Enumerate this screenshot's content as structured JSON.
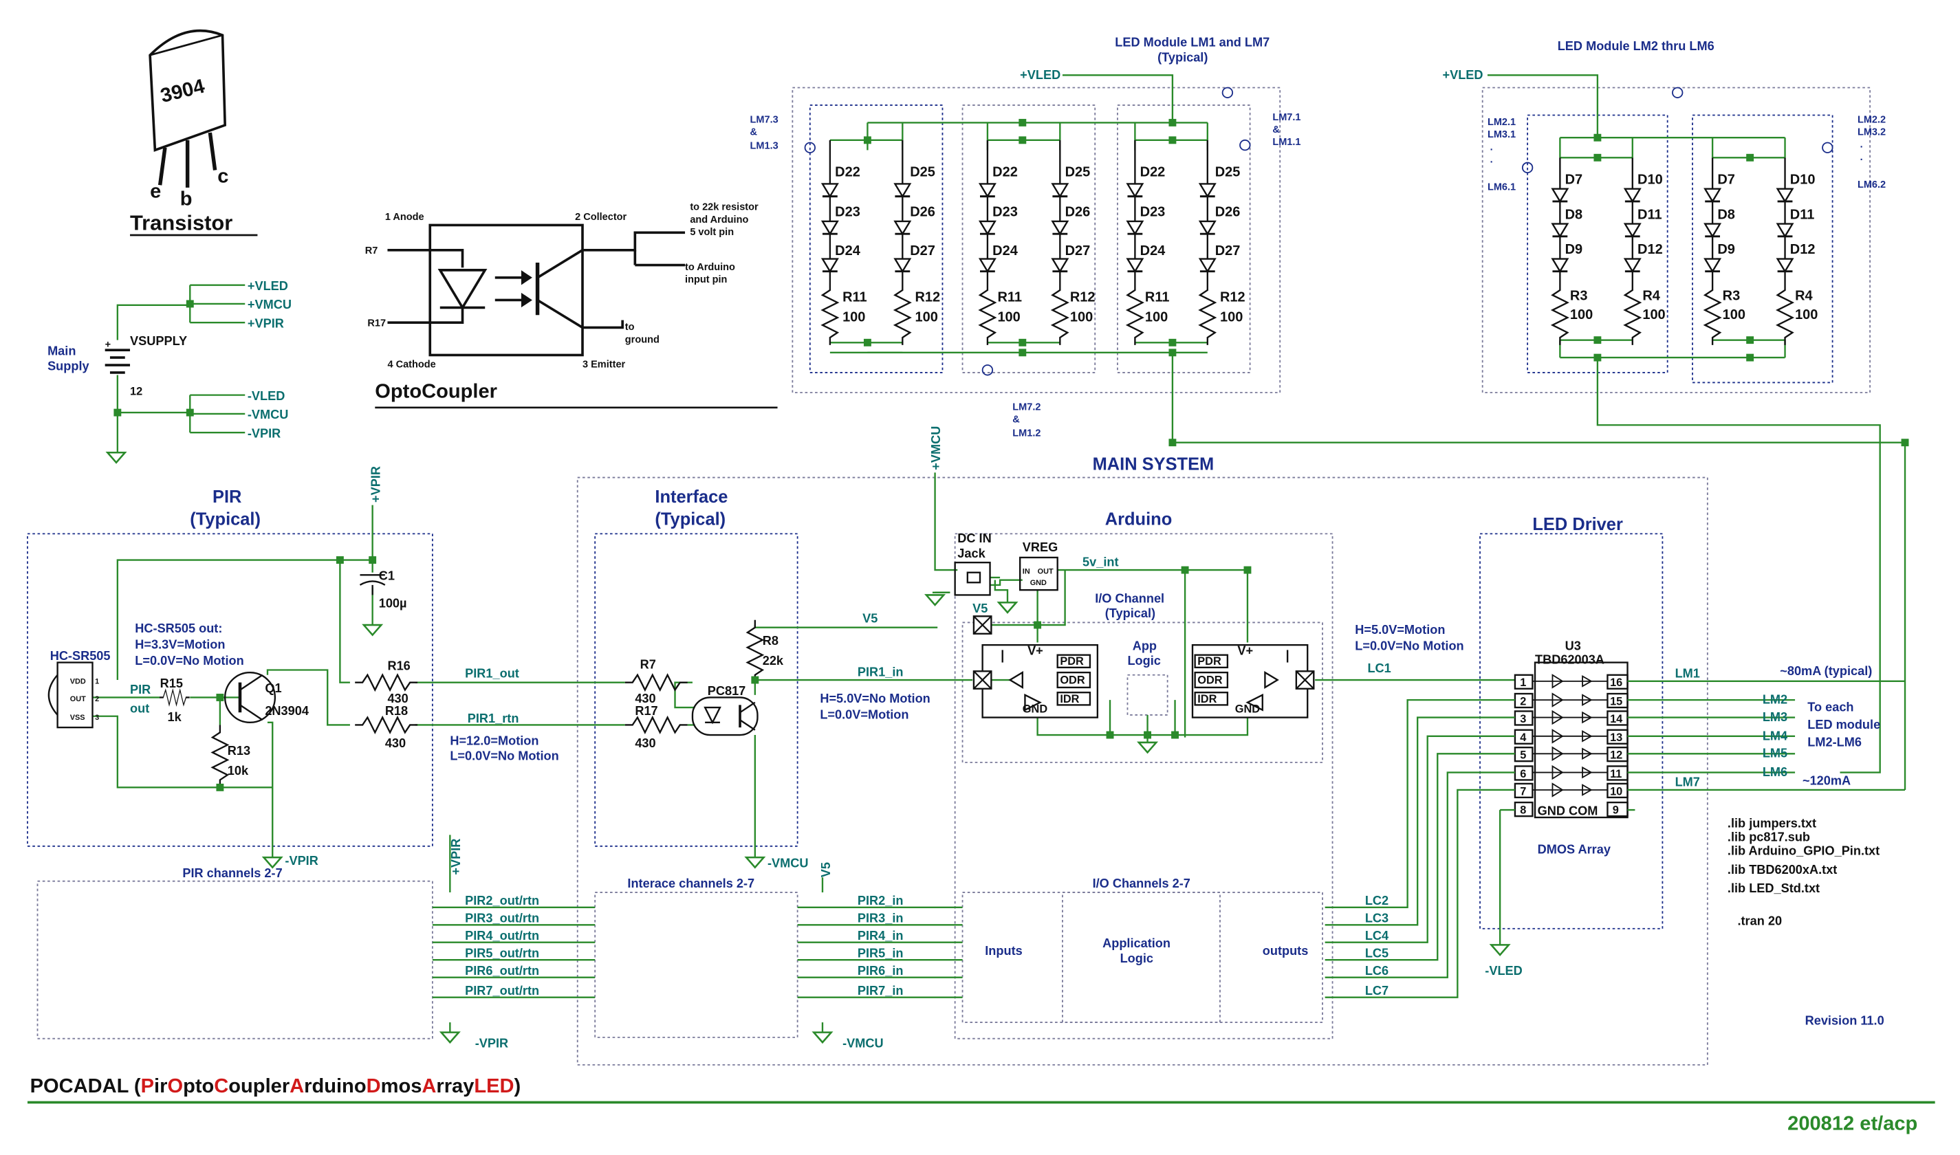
{
  "transistor": {
    "part": "3904",
    "e": "e",
    "b": "b",
    "c": "c",
    "title": "Transistor"
  },
  "supply": {
    "main": "Main",
    "supply": "Supply",
    "name": "VSUPPLY",
    "value": "12",
    "plus": "+",
    "rails_top": [
      "+VLED",
      "+VMCU",
      "+VPIR"
    ],
    "rails_bot": [
      "-VLED",
      "-VMCU",
      "-VPIR"
    ]
  },
  "opto": {
    "title": "OptoCoupler",
    "anode": "1 Anode",
    "cathode": "4 Cathode",
    "collector": "2 Collector",
    "emitter": "3 Emitter",
    "r7": "R7",
    "r17": "R17",
    "note1a": "to 22k resistor",
    "note1b": "and Arduino",
    "note1c": "5 volt pin",
    "note2a": "to Arduino",
    "note2b": "input pin",
    "note3a": "to",
    "note3b": "ground"
  },
  "led_modules": {
    "lm17_title": "LED Module LM1 and LM7",
    "lm17_sub": "(Typical)",
    "lm26_title": "LED Module LM2 thru LM6",
    "vled": "+VLED",
    "lm73a": "LM7.3",
    "lm73b": "&",
    "lm73c": "LM1.3",
    "lm71a": "LM7.1",
    "lm71b": "&",
    "lm71c": "LM1.1",
    "lm72a": "LM7.2",
    "lm72b": "&",
    "lm72c": "LM1.2",
    "lm21a": "LM2.1",
    "lm21b": "LM3.1",
    "lm61": "LM6.1",
    "lm22a": "LM2.2",
    "lm22b": "LM3.2",
    "lm62": "LM6.2",
    "dot": ".",
    "d1": "D22",
    "d2": "D23",
    "d3": "D24",
    "d4": "D25",
    "d5": "D26",
    "d6": "D27",
    "ra": "R11",
    "rb": "R12",
    "rv": "100",
    "e1": "D7",
    "e2": "D8",
    "e3": "D9",
    "e4": "D10",
    "e5": "D11",
    "e6": "D12",
    "rc": "R3",
    "rd": "R4"
  },
  "main_system": {
    "title": "MAIN SYSTEM",
    "vmcu": "+VMCU"
  },
  "pir": {
    "title1": "PIR",
    "title2": "(Typical)",
    "vpir": "+VPIR",
    "c1": "C1",
    "c1v": "100µ",
    "sensor": "HC-SR505",
    "vdd": "VDD",
    "out": "OUT",
    "vss": "VSS",
    "p1": "1",
    "p2": "2",
    "p3": "3",
    "pir_lbl": "PIR",
    "out_lbl": "out",
    "note1": "HC-SR505 out:",
    "note2": "H=3.3V=Motion",
    "note3": "L=0.0V=No Motion",
    "r15": "R15",
    "r15v": "1k",
    "q1": "Q1",
    "q1v": "2N3904",
    "r13": "R13",
    "r13v": "10k",
    "r16": "R16",
    "r16v": "430",
    "r18": "R18",
    "r18v": "430",
    "neg": "-VPIR",
    "channels": "PIR channels 2-7"
  },
  "nets": {
    "pir1_out": "PIR1_out",
    "pir1_rtn": "PIR1_rtn",
    "rtn_note1": "H=12.0=Motion",
    "rtn_note2": "L=0.0V=No Motion",
    "v5": "V5",
    "pir1_in": "PIR1_in",
    "in_note1": "H=5.0V=No Motion",
    "in_note2": "L=0.0V=Motion",
    "lc1": "LC1",
    "lc_note1": "H=5.0V=Motion",
    "lc_note2": "L=0.0V=No Motion",
    "vint": "5v_int"
  },
  "interface": {
    "title1": "Interface",
    "title2": "(Typical)",
    "r7": "R7",
    "r7v": "430",
    "r17": "R17",
    "r17v": "430",
    "r8": "R8",
    "r8v": "22k",
    "pc": "PC817",
    "neg": "-VMCU",
    "v5": "V5",
    "channels": "Interace channels 2-7"
  },
  "arduino": {
    "title": "Arduino",
    "dcin1": "DC IN",
    "dcin2": "Jack",
    "vreg": "VREG",
    "in": "IN",
    "out": "OUT",
    "gnd": "GND",
    "io1": "I/O Channel",
    "io2": "(Typical)",
    "app1": "App",
    "app2": "Logic",
    "vplus": "V+",
    "pdr": "PDR",
    "odr": "ODR",
    "idr": "IDR",
    "gnd2": "GND",
    "v5": "V5",
    "ioch": "I/O Channels 2-7",
    "inputs": "Inputs",
    "outputs": "outputs",
    "appl1": "Application",
    "appl2": "Logic"
  },
  "driver": {
    "title": "LED Driver",
    "u3": "U3",
    "part": "TBD62003A",
    "gnd": "GND COM",
    "dmos": "DMOS Array",
    "pins_left": [
      "1",
      "2",
      "3",
      "4",
      "5",
      "6",
      "7",
      "8"
    ],
    "pins_right": [
      "16",
      "15",
      "14",
      "13",
      "12",
      "11",
      "10",
      "9"
    ],
    "lm_out": [
      "LM1",
      "LM2",
      "LM3",
      "LM4",
      "LM5",
      "LM6",
      "LM7"
    ],
    "typ1": "~80mA (typical)",
    "each1": "To each",
    "each2": "LED module",
    "each3": "LM2-LM6",
    "typ2": "~120mA",
    "neg": "-VLED"
  },
  "pir_nets": [
    "PIR2_out/rtn",
    "PIR3_out/rtn",
    "PIR4_out/rtn",
    "PIR5_out/rtn",
    "PIR6_out/rtn",
    "PIR7_out/rtn"
  ],
  "in_nets": [
    "PIR2_in",
    "PIR3_in",
    "PIR4_in",
    "PIR5_in",
    "PIR6_in",
    "PIR7_in"
  ],
  "lc_nets": [
    "LC2",
    "LC3",
    "LC4",
    "LC5",
    "LC6",
    "LC7"
  ],
  "neg_pir2": "-VPIR",
  "neg_vmcu2": "-VMCU",
  "vpir2": "+VPIR",
  "libs": [
    ".lib jumpers.txt",
    ".lib pc817.sub",
    ".lib Arduino_GPIO_Pin.txt",
    ".lib TBD6200xA.txt",
    ".lib LED_Std.txt"
  ],
  "tran": ".tran 20",
  "revision": "Revision 11.0",
  "footer": {
    "title_prefix": "POCADAL (",
    "t1": "P",
    "t2": "ir",
    "t3": "O",
    "t4": "pto",
    "t5": "C",
    "t6": "oupler",
    "t7": "A",
    "t8": "rduino",
    "t9": "D",
    "t10": "mos",
    "t11": "A",
    "t12": "rray",
    "t13": "LED",
    "title_suffix": ")",
    "stamp": "200812 et/acp"
  }
}
